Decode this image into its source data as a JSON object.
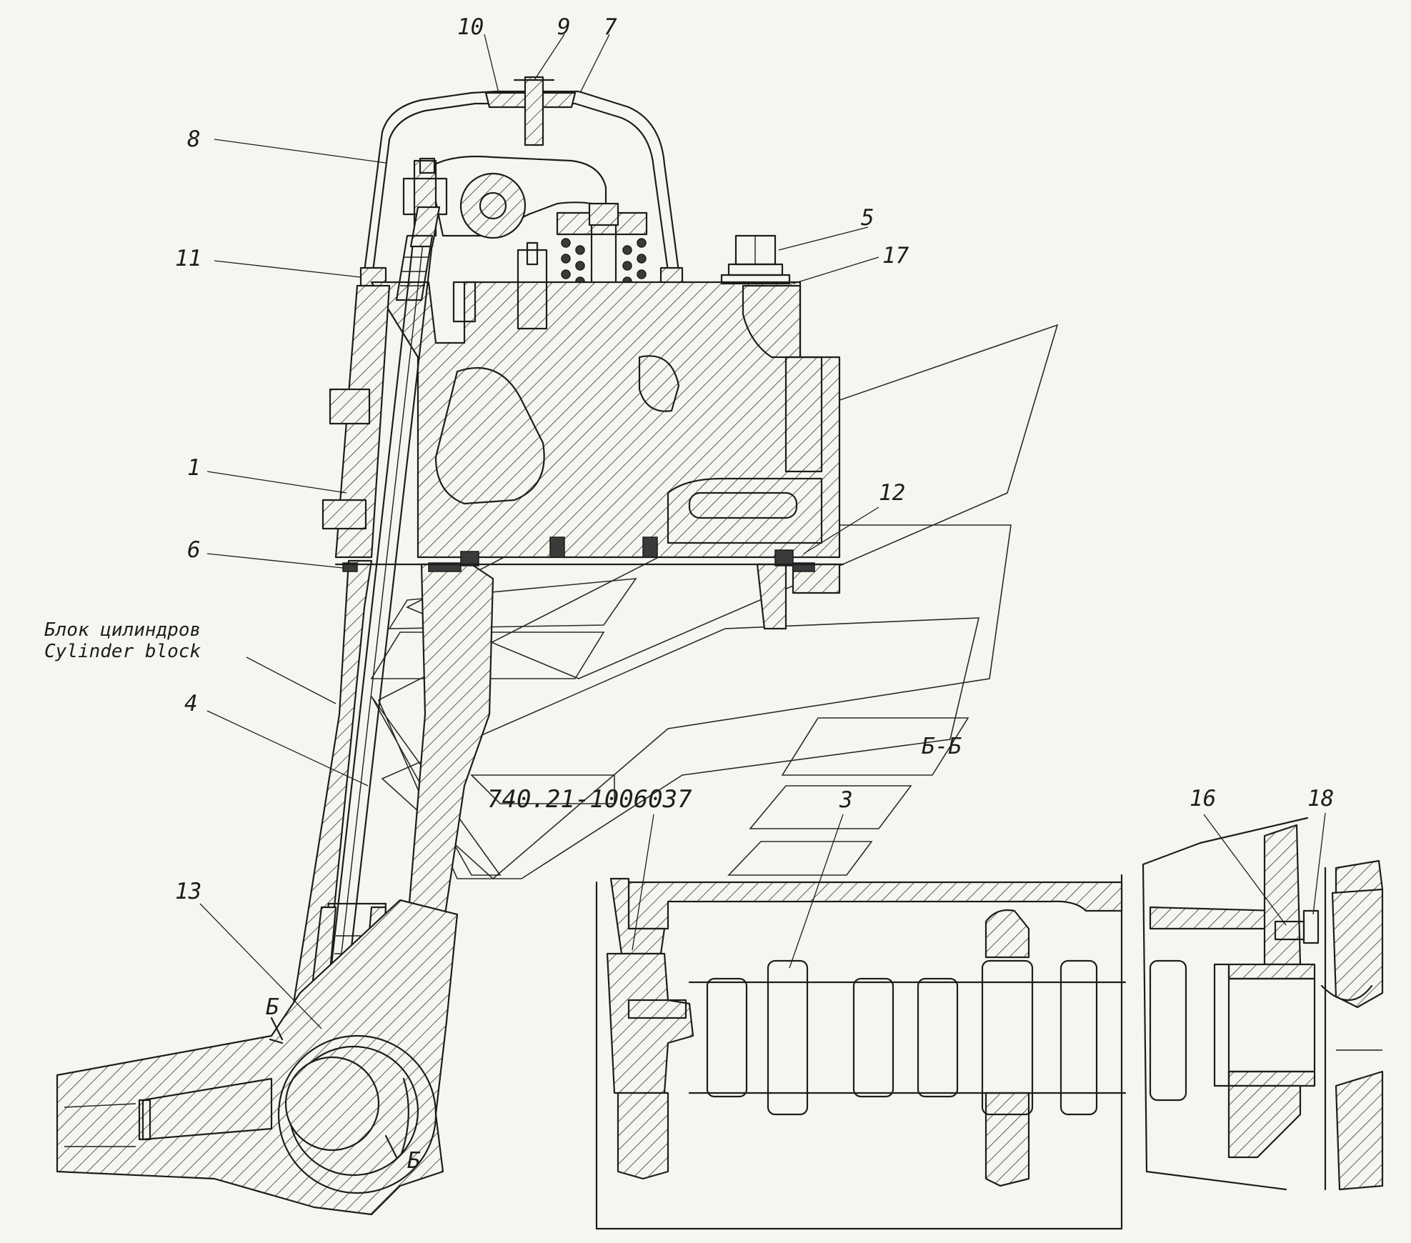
{
  "callouts": {
    "c10": "10",
    "c9": "9",
    "c7": "7",
    "c8": "8",
    "c5": "5",
    "c17": "17",
    "c11": "11",
    "c1": "1",
    "c12": "12",
    "c6": "6",
    "c4": "4",
    "c13": "13",
    "c3": "3",
    "c16": "16",
    "c18": "18"
  },
  "block_label": {
    "ru": "Блок цилиндров",
    "en": "Cylinder block"
  },
  "part_number": "740.21-1006037",
  "section": {
    "title": "Б-Б",
    "mark_top": "Б",
    "mark_bottom": "Б"
  }
}
